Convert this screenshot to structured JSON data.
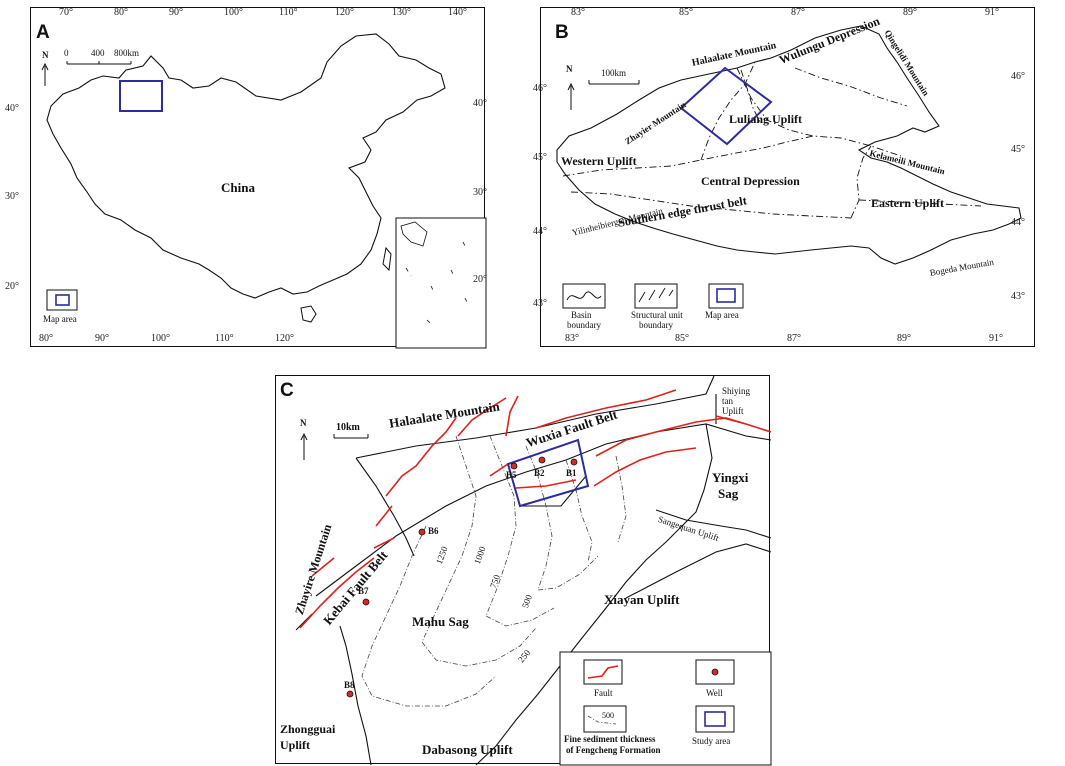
{
  "panels": {
    "a": {
      "label": "A",
      "top_ticks": [
        "70°",
        "80°",
        "90°",
        "100°",
        "110°",
        "120°",
        "130°",
        "140°"
      ],
      "bottom_ticks": [
        "80°",
        "90°",
        "100°",
        "110°",
        "120°"
      ],
      "left_ticks": [
        "40°",
        "30°",
        "20°"
      ],
      "right_ticks": [
        "40°",
        "30°",
        "20°"
      ],
      "north": "N",
      "scale": {
        "zero": "0",
        "mid": "400",
        "end": "800km"
      },
      "country": "China",
      "legend": "Map area"
    },
    "b": {
      "label": "B",
      "top_ticks": [
        "83°",
        "85°",
        "87°",
        "89°",
        "91°"
      ],
      "bottom_ticks": [
        "83°",
        "85°",
        "87°",
        "89°",
        "91°"
      ],
      "left_ticks": [
        "46°",
        "45°",
        "44°",
        "43°"
      ],
      "right_ticks": [
        "46°",
        "45°",
        "44°",
        "43°"
      ],
      "north": "N",
      "scale": "100km",
      "labels": {
        "halaalate": "Halaalate Mountain",
        "wulungu": "Wulungu Depression",
        "qingelidi": "Qingelidi Mountain",
        "zhayier": "Zhayier Mountain",
        "luliang": "Luliang Uplift",
        "kelameili": "Kelameili Mountain",
        "western": "Western Uplift",
        "central": "Central Depression",
        "southern": "Southern edge thrust belt",
        "eastern": "Eastern Uplift",
        "yilinheibiergen": "Yilinheibiergen Mountain",
        "bogeda": "Bogeda Mountain"
      },
      "legend": {
        "basin": [
          "Basin",
          "boundary"
        ],
        "structural": [
          "Structural unit",
          "boundary"
        ],
        "map_area": "Map  area"
      }
    },
    "c": {
      "label": "C",
      "north": "N",
      "scale": "10km",
      "labels": {
        "halaalate": "Halaalate Mountain",
        "wuxia": "Wuxia Fault Belt",
        "shiying": [
          "Shiying",
          "tan",
          "Uplift"
        ],
        "yingxi": [
          "Yingxi",
          "Sag"
        ],
        "sangequan": "Sangequan Uplift",
        "zhayire": "Zhayire Mountain",
        "kebai": "Kebai Fault Belt",
        "mahu": "Mahu Sag",
        "xiayan": "Xiayan Uplift",
        "zhongguai": [
          "Zhongguai",
          "Uplift"
        ],
        "dabasong": "Dabasong Uplift"
      },
      "wells": [
        "B5",
        "B2",
        "B1",
        "B6",
        "B7",
        "B8"
      ],
      "contours": [
        "1250",
        "1000",
        "750",
        "500",
        "250"
      ],
      "legend": {
        "fault": "Fault",
        "well": "Well",
        "thickness": [
          "Fine sediment thickness",
          "of Fengcheng Formation"
        ],
        "thickness_sample": "500",
        "study": "Study area"
      }
    }
  },
  "colors": {
    "fault": "#e0201b",
    "well": "#d62828",
    "frame": "#2c2ca0",
    "line": "#111111"
  }
}
